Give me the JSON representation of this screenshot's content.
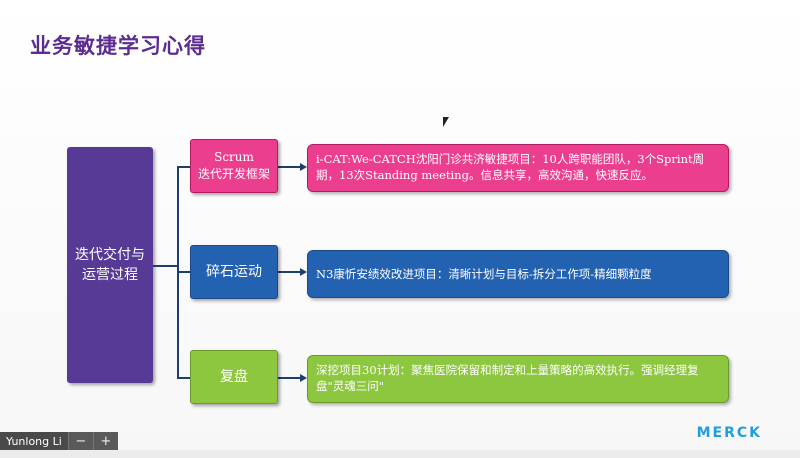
{
  "slide": {
    "title": "业务敏捷学习心得",
    "main_box": "迭代交付与运营过程",
    "categories": [
      {
        "line1": "Scrum",
        "line2": "迭代开发框架"
      },
      {
        "line1": "碎石运动",
        "line2": ""
      },
      {
        "line1": "复盘",
        "line2": ""
      }
    ],
    "descriptions": [
      "i-CAT:We-CATCH沈阳门诊共济敏捷项目：10人跨职能团队，3个Sprint周期，13次Standing meeting。信息共享，高效沟通，快速反应。",
      "N3康忻安绩效改进项目：清晰计划与目标-拆分工作项-精细颗粒度",
      "深挖项目30计划：聚焦医院保留和制定和上量策略的高效执行。强调经理复盘\"灵魂三问\""
    ],
    "colors": {
      "title": "#5b2d90",
      "main": "#563a96",
      "scrum": "#ec3e8f",
      "rock": "#2362b1",
      "review": "#8dc63f",
      "logo": "#1f9fe0"
    }
  },
  "meeting": {
    "user_name": "Yunlong Li",
    "zoom_out": "−",
    "zoom_in": "+"
  },
  "logo_text": "MERCK"
}
